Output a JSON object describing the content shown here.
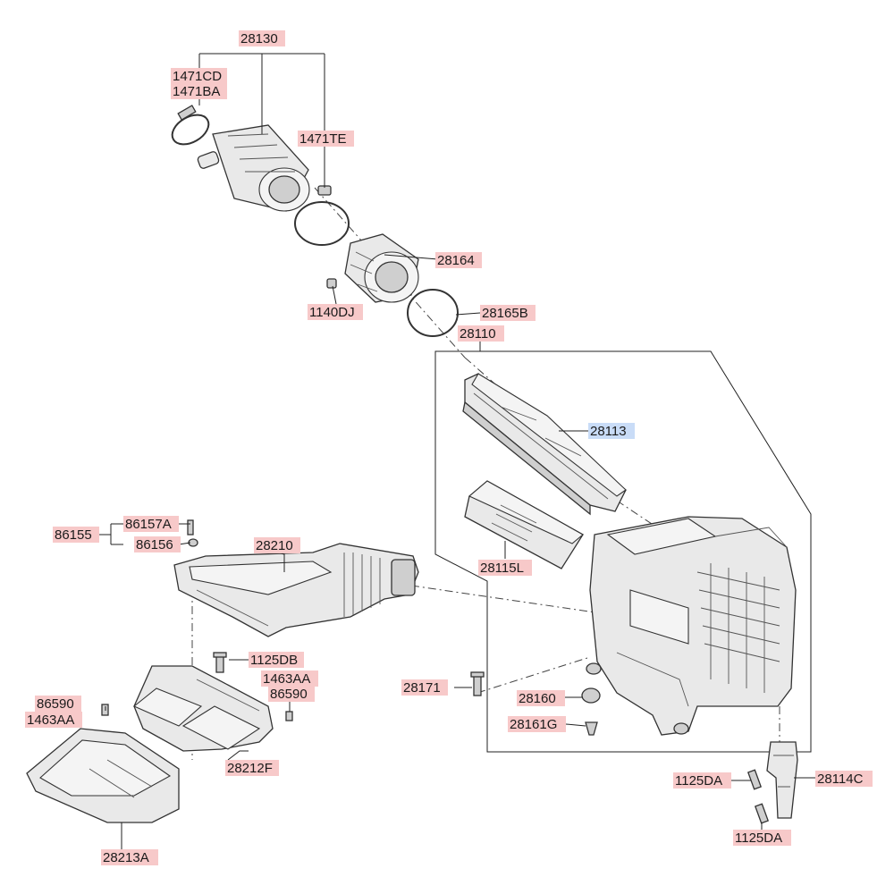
{
  "labels": {
    "p28130": "28130",
    "p1471CD": "1471CD",
    "p1471BA": "1471BA",
    "p1471TE": "1471TE",
    "p28164": "28164",
    "p1140DJ": "1140DJ",
    "p28165B": "28165B",
    "p28110": "28110",
    "p28113": "28113",
    "p28115L": "28115L",
    "p86155": "86155",
    "p86157A": "86157A",
    "p86156": "86156",
    "p28210": "28210",
    "p1125DB": "1125DB",
    "p1463AA_r": "1463AA",
    "p86590_r": "86590",
    "p86590_l": "86590",
    "p1463AA_l": "1463AA",
    "p28171": "28171",
    "p28160": "28160",
    "p28161G": "28161G",
    "p28212F": "28212F",
    "p28213A": "28213A",
    "p1125DA_a": "1125DA",
    "p28114C": "28114C",
    "p1125DA_b": "1125DA"
  },
  "colors": {
    "label_highlight": "#f7c9c9",
    "label_selected": "#c9dcf7"
  }
}
